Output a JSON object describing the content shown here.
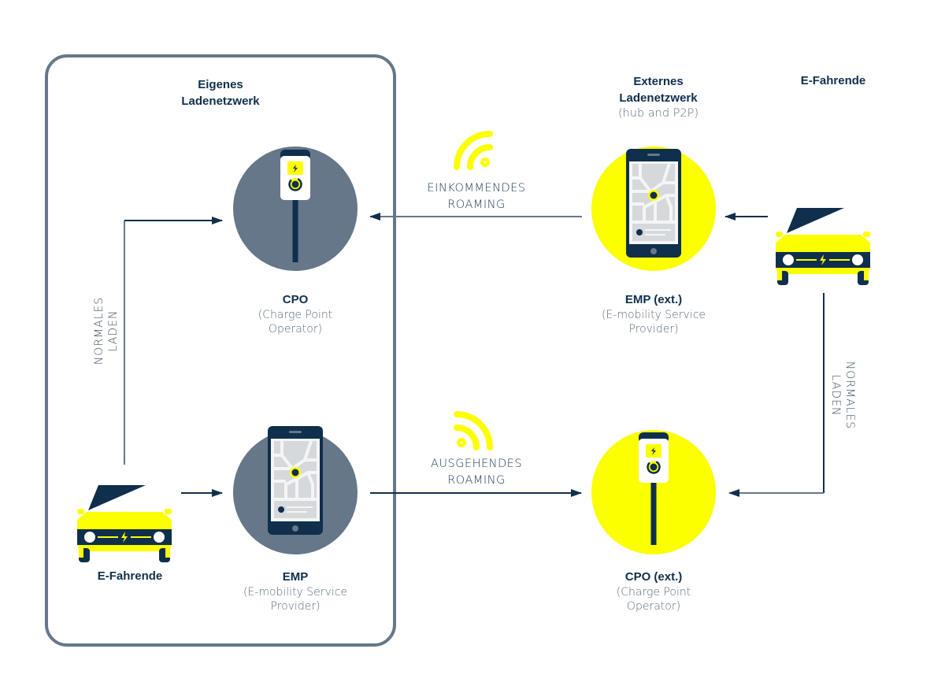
{
  "colors": {
    "navy": "#0f2f4c",
    "slate": "#66778a",
    "yellow": "#fbff00",
    "light_grey": "#d6d9dc",
    "text_grey": "#5c6e80"
  },
  "groups": {
    "own_network": {
      "title_line1": "Eigenes",
      "title_line2": "Ladenetzwerk"
    },
    "external_network": {
      "title_line1": "Externes",
      "title_line2": "Ladenetzwerk",
      "subtitle": "(hub and P2P)"
    },
    "drivers_right": {
      "title": "E-Fahrende"
    }
  },
  "nodes": {
    "cpo": {
      "title": "CPO",
      "line1": "(Charge Point",
      "line2": "Operator)",
      "icon": "charging-station-icon"
    },
    "emp": {
      "title": "EMP",
      "line1": "(E-mobility Service",
      "line2": "Provider)",
      "icon": "smartphone-map-icon"
    },
    "emp_ext": {
      "title": "EMP (ext.)",
      "line1": "(E-mobility Service",
      "line2": "Provider)",
      "icon": "smartphone-map-icon"
    },
    "cpo_ext": {
      "title": "CPO (ext.)",
      "line1": "(Charge Point",
      "line2": "Operator)",
      "icon": "charging-station-icon"
    },
    "driver_left": {
      "title": "E-Fahrende",
      "icon": "electric-car-icon"
    },
    "driver_right": {
      "icon": "electric-car-icon"
    }
  },
  "edges": {
    "incoming": {
      "line1": "EINKOMMENDES",
      "line2": "ROAMING",
      "icon": "wifi-signal-icon"
    },
    "outgoing": {
      "line1": "AUSGEHENDES",
      "line2": "ROAMING",
      "icon": "wifi-signal-icon"
    },
    "normal_left": {
      "line1": "NORMALES",
      "line2": "LADEN"
    },
    "normal_right": {
      "line1": "NORMALES",
      "line2": "LADEN"
    }
  }
}
